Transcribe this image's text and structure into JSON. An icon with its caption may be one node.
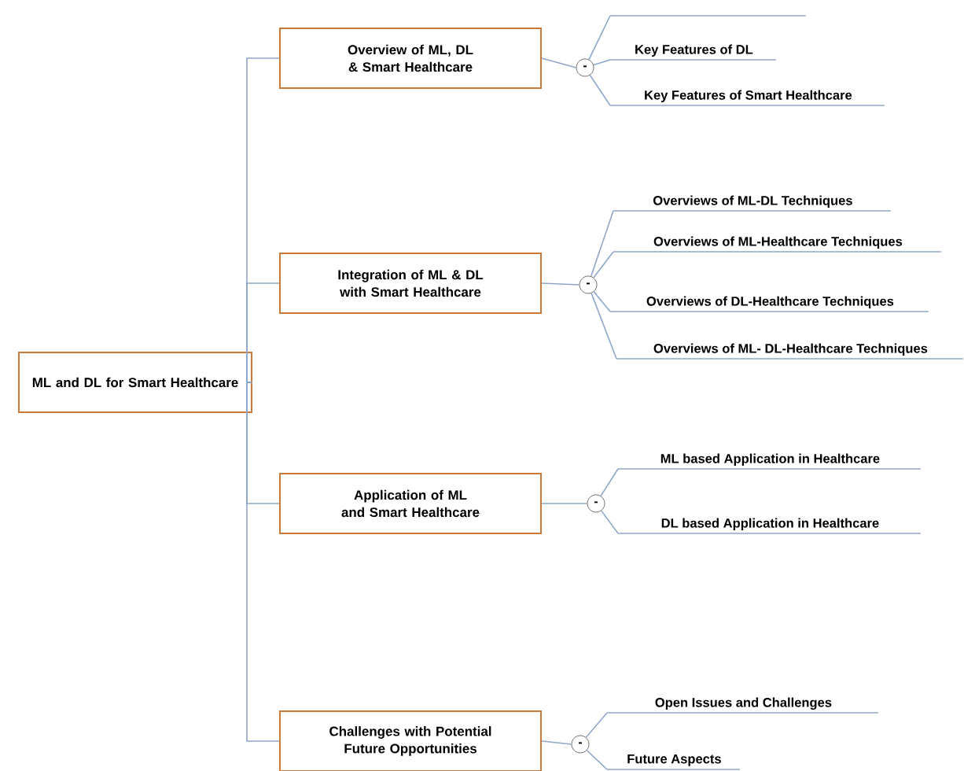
{
  "diagram": {
    "nodes": [
      {
        "text": [
          "ML and DL for Smart Healthcare"
        ]
      },
      {
        "text": [
          "Overview of ML, DL & Smart Healthcare"
        ]
      },
      {
        "text": [
          "Integration of ML & DL with Smart Healthcare"
        ]
      },
      {
        "text": [
          "Application of ML and Smart Healthcare"
        ]
      },
      {
        "text": [
          "Challenges with Potential Future Opportunities"
        ]
      },
      {
        "text": [
          "-"
        ]
      },
      {
        "text": [
          "-"
        ]
      },
      {
        "text": [
          "-"
        ]
      },
      {
        "text": [
          "-"
        ]
      },
      {
        "text": [],
        "shape": "line"
      },
      {
        "text": [
          "Key Features of DL"
        ]
      },
      {
        "text": [
          "Key Features of  Smart Healthcare"
        ]
      },
      {
        "text": [
          "Overviews of ML-DL Techniques"
        ]
      },
      {
        "text": [
          "Overviews of ML-Healthcare Techniques"
        ]
      },
      {
        "text": [
          "Overviews of DL-Healthcare Techniques"
        ]
      },
      {
        "text": [
          "Overviews of ML- DL-Healthcare Techniques"
        ]
      },
      {
        "text": [
          "ML based Application in Healthcare"
        ]
      },
      {
        "text": [
          "DL based Application in Healthcare"
        ]
      },
      {
        "text": [
          "Open Issues and Challenges"
        ]
      },
      {
        "text": [
          "Future Aspects"
        ]
      }
    ],
    "edges": [
      {
        "from": 0,
        "to": 1,
        "arrow": "none"
      },
      {
        "from": 0,
        "to": 2,
        "arrow": "none"
      },
      {
        "from": 0,
        "to": 3,
        "arrow": "none"
      },
      {
        "from": 0,
        "to": 4,
        "arrow": "none"
      },
      {
        "from": 1,
        "to": 5,
        "arrow": "none"
      },
      {
        "from": 2,
        "to": 6,
        "arrow": "none"
      },
      {
        "from": 3,
        "to": 7,
        "arrow": "none"
      },
      {
        "from": 4,
        "to": 8,
        "arrow": "none"
      },
      {
        "from": 5,
        "to": 9,
        "arrow": "none"
      },
      {
        "from": 5,
        "to": 10,
        "arrow": "none"
      },
      {
        "from": 5,
        "to": 11,
        "arrow": "none"
      },
      {
        "from": 6,
        "to": 12,
        "arrow": "none"
      },
      {
        "from": 6,
        "to": 13,
        "arrow": "none"
      },
      {
        "from": 6,
        "to": 14,
        "arrow": "none"
      },
      {
        "from": 6,
        "to": 15,
        "arrow": "none"
      },
      {
        "from": 7,
        "to": 16,
        "arrow": "none"
      },
      {
        "from": 7,
        "to": 17,
        "arrow": "none"
      },
      {
        "from": 8,
        "to": 18,
        "arrow": "none"
      },
      {
        "from": 8,
        "to": 19,
        "arrow": "none"
      }
    ]
  }
}
